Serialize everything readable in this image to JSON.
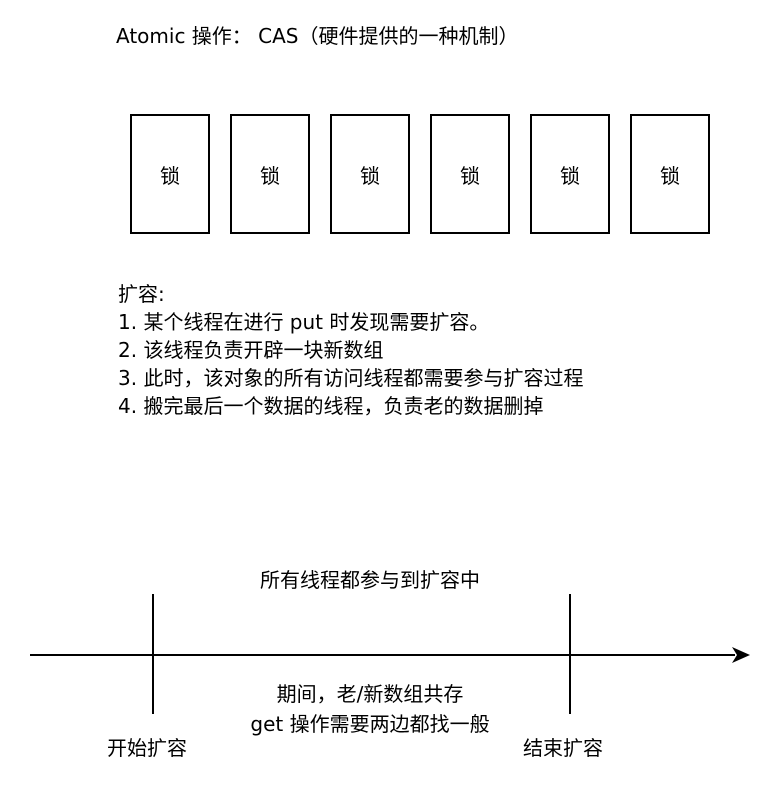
{
  "title": "Atomic 操作： CAS（硬件提供的一种机制）",
  "locks": [
    "锁",
    "锁",
    "锁",
    "锁",
    "锁",
    "锁"
  ],
  "expand": {
    "heading": "扩容:",
    "steps": [
      "1. 某个线程在进行 put 时发现需要扩容。",
      "2. 该线程负责开辟一块新数组",
      "3. 此时，该对象的所有访问线程都需要参与扩容过程",
      "4. 搬完最后一个数据的线程，负责老的数据删掉"
    ]
  },
  "timeline": {
    "top_label": "所有线程都参与到扩容中",
    "middle_line1": "期间，老/新数组共存",
    "middle_line2": "get 操作需要两边都找一般",
    "start_label": "开始扩容",
    "end_label": "结束扩容"
  }
}
